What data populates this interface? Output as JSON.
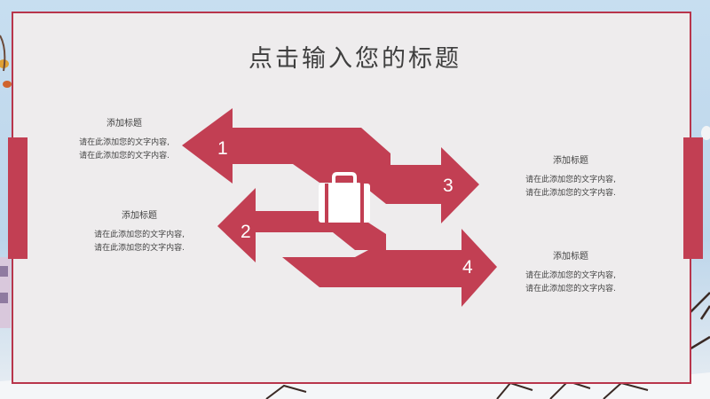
{
  "slide": {
    "title": "点击输入您的标题"
  },
  "colors": {
    "accent": "#c23f53",
    "frame_border": "#b8354b",
    "panel_bg": "#eeeced",
    "sky": "#c7def0"
  },
  "arrows": [
    {
      "number": "1"
    },
    {
      "number": "2"
    },
    {
      "number": "3"
    },
    {
      "number": "4"
    }
  ],
  "center_icon": "briefcase-icon",
  "blocks": [
    {
      "title": "添加标题",
      "line1": "请在此添加您的文字内容,",
      "line2": "请在此添加您的文字内容."
    },
    {
      "title": "添加标题",
      "line1": "请在此添加您的文字内容,",
      "line2": "请在此添加您的文字内容."
    },
    {
      "title": "添加标题",
      "line1": "请在此添加您的文字内容,",
      "line2": "请在此添加您的文字内容."
    },
    {
      "title": "添加标题",
      "line1": "请在此添加您的文字内容,",
      "line2": "请在此添加您的文字内容."
    }
  ]
}
